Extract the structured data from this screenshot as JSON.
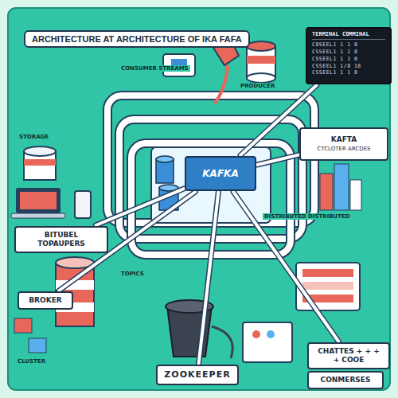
{
  "diagram": {
    "title": "ARCHITECTURE AT ARCHITECTURE OF IKA FAFA",
    "nodes": [
      {
        "text": [
          "TERMINAL COMMINAL",
          "C8SEEL1 1 1 0 CSSEEL1 1 1 8 CSSEEL1 1 1 0 CSSEEL1 1/8 18 CSSEEL1 1 1 8"
        ]
      },
      {
        "text": [
          "KAFKA"
        ]
      },
      {
        "text": [
          "KAFTA",
          "CTCLOTER ARCDES"
        ]
      },
      {
        "text": [
          "BITUBEL TOPAUPERS"
        ]
      },
      {
        "text": [
          "BROKER"
        ]
      },
      {
        "text": [
          "ZOOKEEPER"
        ]
      },
      {
        "text": [
          "CHATTES + + + + COOE"
        ]
      },
      {
        "text": [
          "CONMERSES"
        ]
      }
    ],
    "edges": [
      {
        "from": 0,
        "to": 1,
        "arrow": "none"
      },
      {
        "from": 1,
        "to": 2,
        "arrow": "none"
      },
      {
        "from": 3,
        "to": 1,
        "arrow": "none"
      },
      {
        "from": 4,
        "to": 1,
        "arrow": "none"
      },
      {
        "from": 5,
        "to": 1,
        "arrow": "none"
      },
      {
        "from": 1,
        "to": 6,
        "arrow": "none"
      }
    ],
    "labels": [
      "CONSUMER STREAMS",
      "PRODUCER",
      "STORAGE",
      "TOPICS",
      "DISTRIBUTED DISTRIBUTED",
      "CLUSTER"
    ]
  }
}
